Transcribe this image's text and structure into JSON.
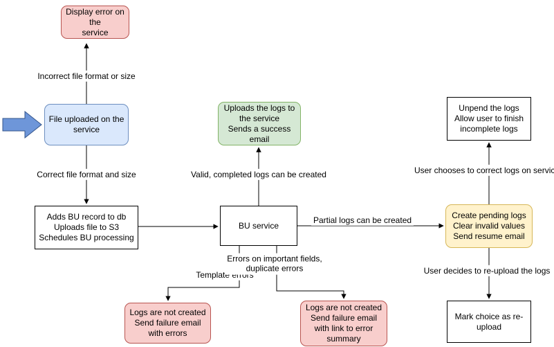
{
  "nodes": {
    "display_error": "Display error on the\nservice",
    "file_uploaded": "File uploaded on the\nservice",
    "adds_bu": "Adds BU record to db\nUploads file to S3\nSchedules BU processing",
    "bu_service": "BU service",
    "success": "Uploads the logs to\nthe service\nSends a success\nemail",
    "pending": "Create pending logs\nClear invalid values\nSend resume email",
    "unpend": "Unpend the logs\nAllow user to finish\nincomplete logs",
    "mark_reupload": "Mark choice as re-\nupload",
    "fail_errors": "Logs are not created\nSend failure email\nwith errors",
    "fail_summary": "Logs are not created\nSend failure email\nwith link to error\nsummary"
  },
  "edge_labels": {
    "incorrect": "Incorrect file format or size",
    "correct": "Correct file format and size",
    "valid": "Valid, completed logs can be created",
    "partial": "Partial logs can be created",
    "template": "Template errors",
    "errors_fields": "Errors on important fields,\nduplicate errors",
    "user_correct": "User chooses to correct logs on service",
    "user_reupload": "User decides to re-upload the logs"
  },
  "colors": {
    "pink_fill": "#f8cecc",
    "pink_stroke": "#b85450",
    "blue_fill": "#dae8fc",
    "blue_stroke": "#6c8ebf",
    "green_fill": "#d5e8d4",
    "green_stroke": "#82b366",
    "yellow_fill": "#fff2cc",
    "yellow_stroke": "#d6b656",
    "white_fill": "#ffffff",
    "white_stroke": "#000000",
    "block_arrow_fill": "#6e96d9",
    "block_arrow_stroke": "#34558b",
    "edge_stroke": "#000000"
  }
}
